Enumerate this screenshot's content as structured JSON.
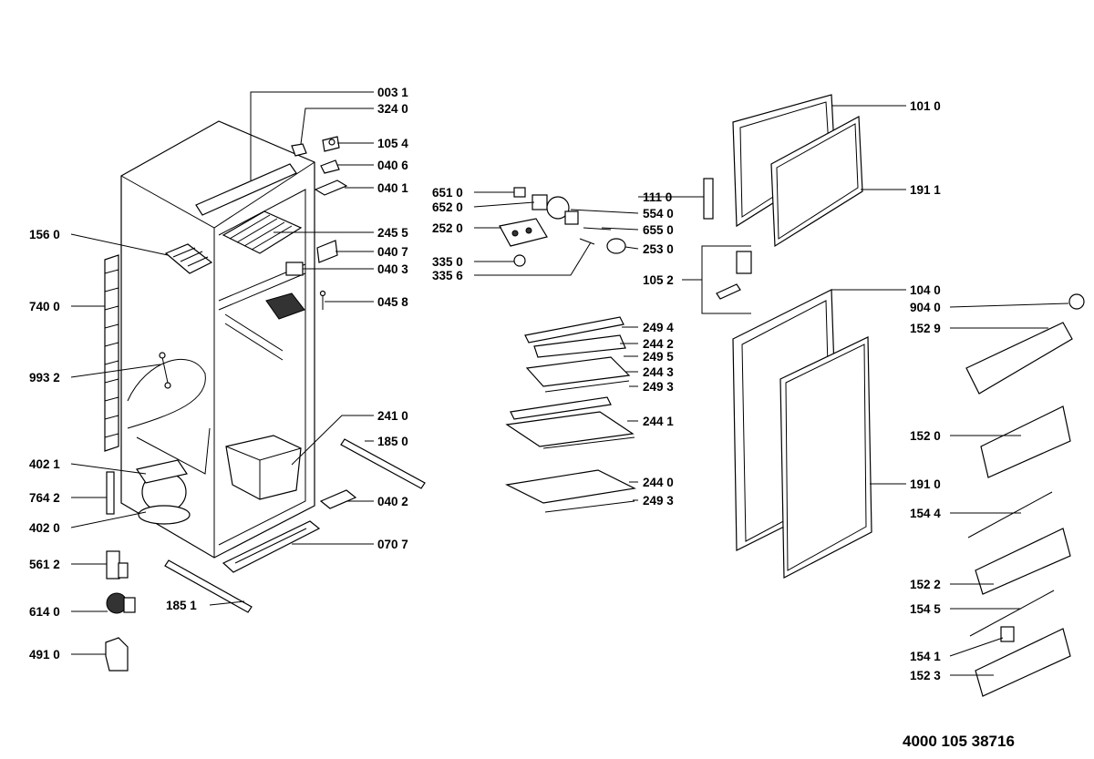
{
  "document_number": "4000 105 38716",
  "labels": {
    "p0031": "003 1",
    "p3240": "324 0",
    "p1054": "105 4",
    "p0406": "040 6",
    "p0401": "040 1",
    "p2455": "245 5",
    "p0407": "040 7",
    "p0403": "040 3",
    "p0458": "045 8",
    "p1560": "156 0",
    "p7400": "740 0",
    "p9932": "993 2",
    "p2410": "241 0",
    "p1850": "185 0",
    "p4021": "402 1",
    "p7642": "764 2",
    "p4020": "402 0",
    "p0402": "040 2",
    "p0707": "070 7",
    "p5612": "561 2",
    "p6140": "614 0",
    "p1851": "185 1",
    "p4910": "491 0",
    "p6510": "651 0",
    "p6520": "652 0",
    "p2520": "252 0",
    "p3350": "335 0",
    "p3356": "335 6",
    "p1110": "111 0",
    "p5540": "554 0",
    "p6550": "655 0",
    "p2530": "253 0",
    "p1052": "105 2",
    "p2494": "249 4",
    "p2442": "244 2",
    "p2495": "249 5",
    "p2443": "244 3",
    "p2493a": "249 3",
    "p2441": "244 1",
    "p2440": "244 0",
    "p2493b": "249 3",
    "p1010": "101 0",
    "p1911": "191 1",
    "p1040": "104 0",
    "p9040": "904 0",
    "p1529": "152 9",
    "p1520": "152 0",
    "p1910": "191 0",
    "p1544": "154 4",
    "p1522": "152 2",
    "p1545": "154 5",
    "p1541": "154 1",
    "p1523": "152 3"
  }
}
